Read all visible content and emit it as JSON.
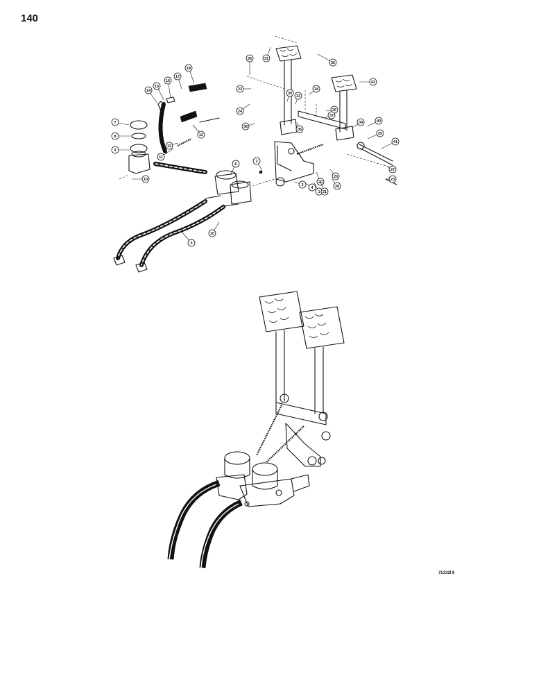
{
  "page_number": "140",
  "figure_code": "75132I 8",
  "exploded_view": {
    "callouts": [
      "1",
      "2",
      "3",
      "4",
      "5",
      "6",
      "7",
      "8",
      "9",
      "10",
      "11",
      "12",
      "13",
      "14",
      "15",
      "16",
      "17",
      "18",
      "19",
      "20",
      "21",
      "22",
      "23",
      "24",
      "25",
      "26",
      "27",
      "28",
      "29",
      "30",
      "31",
      "32",
      "33",
      "34",
      "35",
      "36",
      "37",
      "38",
      "39",
      "40",
      "41",
      "42"
    ]
  },
  "assembled_view": {
    "parts": [
      "brake-pedal-left",
      "brake-pedal-right",
      "pedal-support-bracket",
      "return-spring-left",
      "return-spring-right",
      "master-cylinder-left",
      "master-cylinder-right",
      "brake-hose-left",
      "brake-hose-right"
    ]
  }
}
